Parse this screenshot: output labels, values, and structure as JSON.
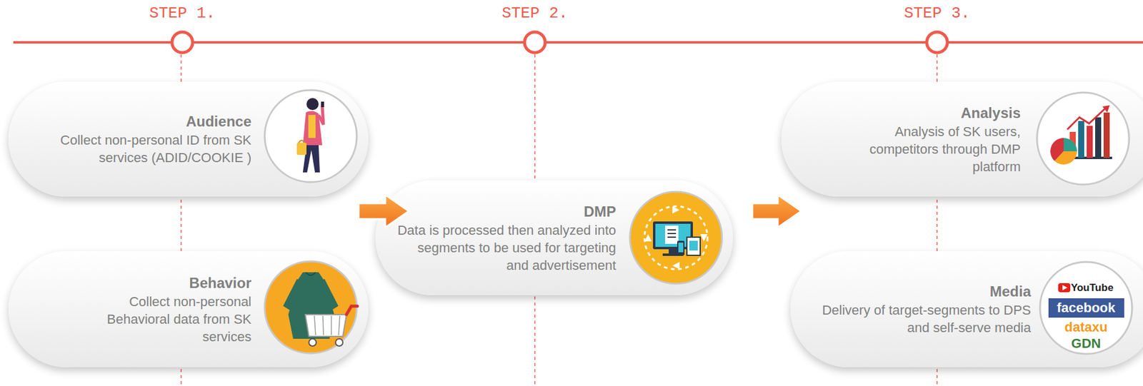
{
  "diagram": {
    "nodes": [
      {
        "text": [
          "Audience",
          "Collect non-personal ID from SK services (ADID/COOKIE )"
        ]
      },
      {
        "text": [
          "Behavior",
          "Collect non-personal Behavioral data from SK services"
        ]
      },
      {
        "text": [
          "DMP",
          "Data is processed then analyzed into segments to be used for targeting and advertisement"
        ]
      },
      {
        "text": [
          "Analysis",
          "Analysis of SK users, competitors through DMP platform"
        ]
      },
      {
        "text": [
          "Media",
          "Delivery of target-segments to DPS and self-serve media"
        ]
      }
    ],
    "labels": [
      "STEP 1.",
      "STEP 2.",
      "STEP 3.",
      "YouTube",
      "facebook",
      "dataxu",
      "GDN"
    ]
  }
}
